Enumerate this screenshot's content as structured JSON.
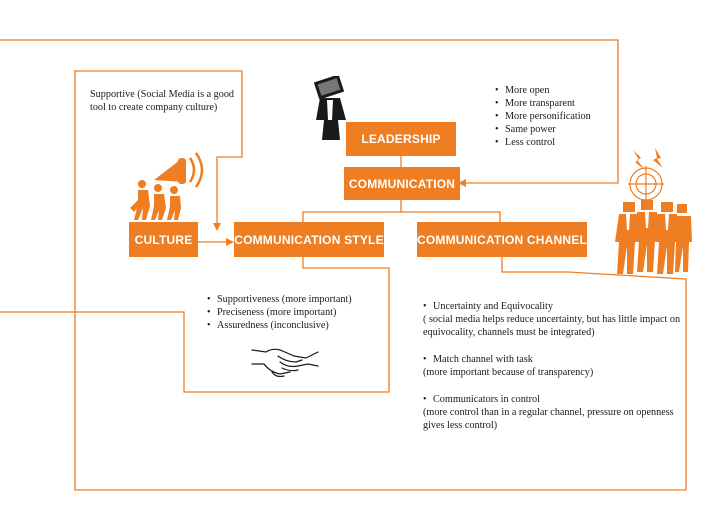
{
  "boxes": {
    "leadership": "LEADERSHIP",
    "communication": "COMMUNICATION",
    "culture": "CULTURE",
    "communication_style": "COMMUNICATION STYLE",
    "communication_channel": "COMMUNICATION CHANNEL"
  },
  "notes": {
    "culture_note": "Supportive (Social Media is a good tool to create company culture)",
    "leadership_bullets": [
      "More open",
      "More transparent",
      "More personification",
      "Same power",
      "Less control"
    ],
    "style_bullets": [
      "Supportiveness (more important)",
      "Preciseness (more important)",
      "Assuredness (inconclusive)"
    ],
    "channel_points": [
      {
        "head": "Uncertainty and Equivocality",
        "body": "( social media helps reduce uncertainty, but has little impact on equivocality, channels must be integrated)"
      },
      {
        "head": "Match channel with task",
        "body": "(more important because of transparency)"
      },
      {
        "head": "Communicators in control",
        "body": "(more control than in a regular channel, pressure on openness gives less control)"
      }
    ]
  },
  "illustrations": {
    "leader": "leader-figure-icon",
    "megaphone": "megaphone-crowd-icon",
    "audience": "audience-group-icon",
    "handshake": "handshake-icon"
  },
  "colors": {
    "accent": "#ef7d22",
    "text": "#1a1a1a",
    "background": "#ffffff"
  }
}
